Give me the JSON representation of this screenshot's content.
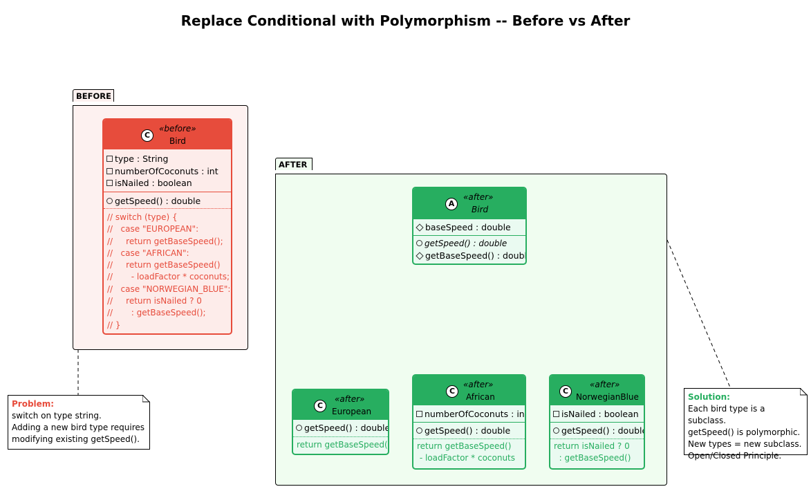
{
  "title": "Replace Conditional with Polymorphism -- Before vs After",
  "colors": {
    "before_head": "#e74c3c",
    "before_body": "#fdecea",
    "before_pkg": "#fdf1f0",
    "after_head": "#27ae60",
    "after_body": "#eafaf1",
    "after_pkg": "#f0fdf0",
    "problem_label": "#e74c3c",
    "solution_label": "#27ae60"
  },
  "before": {
    "package_label": "BEFORE",
    "class": {
      "icon": "C",
      "stereotype": "«before»",
      "name": "Bird",
      "fields": [
        "type : String",
        "numberOfCoconuts : int",
        "isNailed : boolean"
      ],
      "methods": [
        "getSpeed() : double"
      ],
      "code": "// switch (type) {\n//   case \"EUROPEAN\":\n//     return getBaseSpeed();\n//   case \"AFRICAN\":\n//     return getBaseSpeed()\n//       - loadFactor * coconuts;\n//   case \"NORWEGIAN_BLUE\":\n//     return isNailed ? 0\n//       : getBaseSpeed();\n// }"
    }
  },
  "after": {
    "package_label": "AFTER",
    "base": {
      "icon": "A",
      "stereotype": "«after»",
      "name": "Bird",
      "fields": [
        "baseSpeed : double"
      ],
      "methods": [
        "getSpeed() : double",
        "getBaseSpeed() : double"
      ]
    },
    "european": {
      "icon": "C",
      "stereotype": "«after»",
      "name": "European",
      "methods": [
        "getSpeed() : double"
      ],
      "code": "return getBaseSpeed()"
    },
    "african": {
      "icon": "C",
      "stereotype": "«after»",
      "name": "African",
      "fields": [
        "numberOfCoconuts : int"
      ],
      "methods": [
        "getSpeed() : double"
      ],
      "code": "return getBaseSpeed()\n - loadFactor * coconuts"
    },
    "norwegian": {
      "icon": "C",
      "stereotype": "«after»",
      "name": "NorwegianBlue",
      "fields": [
        "isNailed : boolean"
      ],
      "methods": [
        "getSpeed() : double"
      ],
      "code": "return isNailed ? 0\n  : getBaseSpeed()"
    }
  },
  "notes": {
    "problem": {
      "label": "Problem:",
      "lines": [
        "switch on type string.",
        "Adding a new bird type requires",
        "modifying existing getSpeed()."
      ]
    },
    "solution": {
      "label": "Solution:",
      "lines": [
        "Each bird type is a subclass.",
        "getSpeed() is polymorphic.",
        "New types = new subclass.",
        "Open/Closed Principle."
      ]
    }
  }
}
